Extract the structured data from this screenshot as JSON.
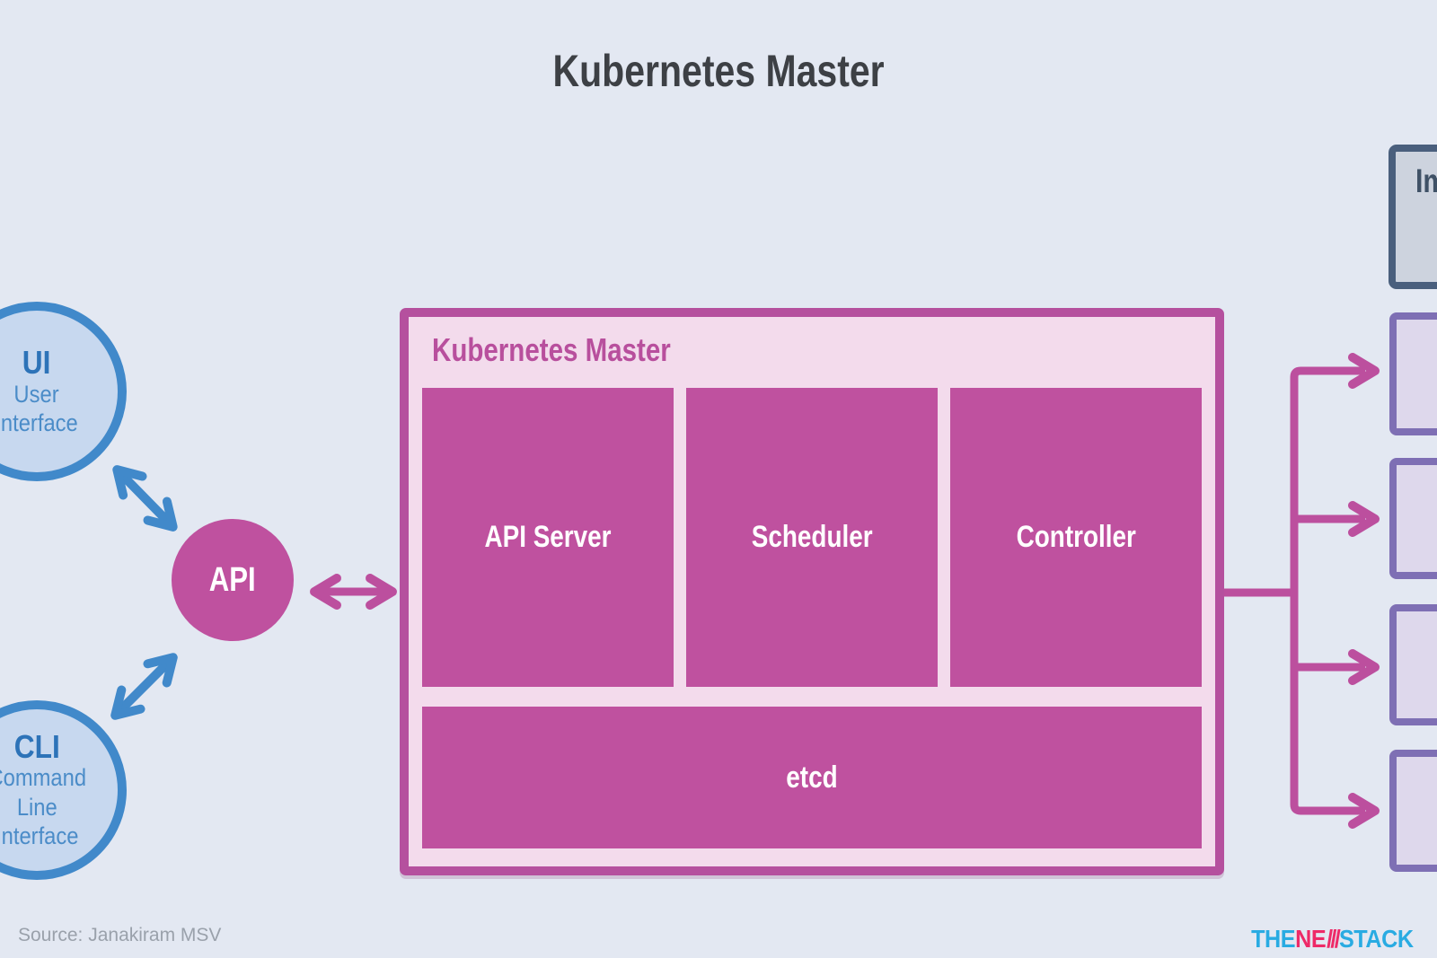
{
  "title": "Kubernetes Master",
  "clients": {
    "ui": {
      "abbr": "UI",
      "lines": [
        "User",
        "Interface"
      ]
    },
    "cli": {
      "abbr": "CLI",
      "lines": [
        "Command",
        "Line",
        "Interface"
      ]
    },
    "api": {
      "label": "API"
    }
  },
  "master": {
    "header": "Kubernetes Master",
    "components": [
      {
        "label": "API Server"
      },
      {
        "label": "Scheduler"
      },
      {
        "label": "Controller"
      }
    ],
    "storage": {
      "label": "etcd"
    }
  },
  "registry": {
    "label": "Im"
  },
  "nodes": {
    "count": 4
  },
  "footer": {
    "source": "Source: Janakiram MSV",
    "logo": {
      "the": "THE",
      "ne": "NE",
      "slashes": "///",
      "stack": "STACK"
    }
  },
  "colors": {
    "background": "#e3e8f2",
    "magenta_fill": "#bf519f",
    "magenta_border": "#b5509e",
    "magenta_arrow": "#bc4f9e",
    "pink_fill": "#f3dbec",
    "blue_border": "#4189ca",
    "blue_fill": "#c7d8ef",
    "blue_text_dark": "#2d73b8",
    "blue_text_light": "#4b8cc8",
    "slate_border": "#4a5f7d",
    "slate_fill": "#cdd3de",
    "slate_text": "#3f5166",
    "purple_border": "#7e6fb4",
    "purple_fill": "#ded8ec",
    "title_text": "#3d4045",
    "source_text": "#9aa1ab",
    "logo_blue": "#29abe2",
    "logo_pink": "#ee2a68"
  }
}
